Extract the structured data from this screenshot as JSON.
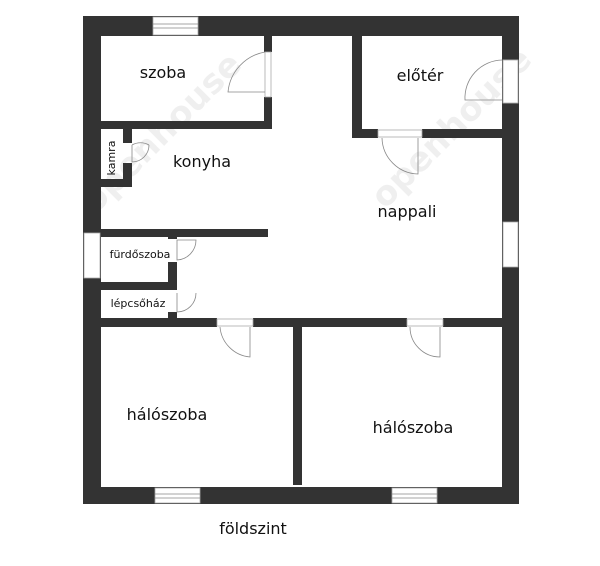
{
  "plan": {
    "floor_label": "földszint",
    "watermark": "openhouse",
    "rooms": {
      "szoba": "szoba",
      "eloter": "előtér",
      "kamra": "kamra",
      "konyha": "konyha",
      "nappali": "nappali",
      "furdoszoba": "fürdőszoba",
      "lepcsohaz": "lépcsőház",
      "haloszoba_left": "hálószoba",
      "haloszoba_right": "hálószoba"
    },
    "colors": {
      "wall": "#333333",
      "background": "#ffffff"
    }
  }
}
